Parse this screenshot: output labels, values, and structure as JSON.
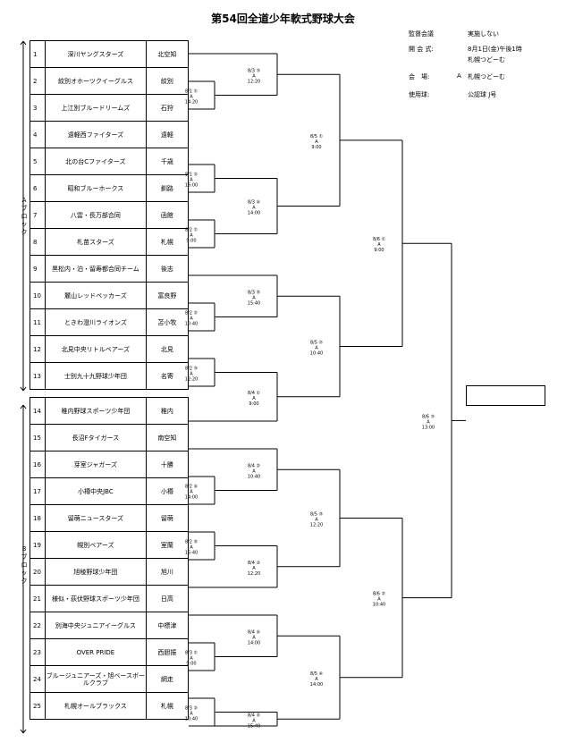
{
  "title": "第54回全道少年軟式野球大会",
  "info": {
    "meeting_label": "監督会議",
    "meeting_value": "実施しない",
    "opening_label": "開 会 式:",
    "opening_value": "8月1日(金)午後1時",
    "opening_place": "札幌つどーむ",
    "venue_label": "会　場:",
    "venue_code": "A",
    "venue_value": "札幌つどーむ",
    "ball_label": "使用球:",
    "ball_value": "公認球 J号"
  },
  "blocks": [
    {
      "label": "A\nブロック"
    },
    {
      "label": "B\nブロック"
    }
  ],
  "teams": [
    {
      "num": "1",
      "name": "深川ヤングスターズ",
      "city": "北空知"
    },
    {
      "num": "2",
      "name": "紋別オホーツクイーグルス",
      "city": "紋別"
    },
    {
      "num": "3",
      "name": "上江別ブルードリームズ",
      "city": "石狩"
    },
    {
      "num": "4",
      "name": "遠軽西ファイターズ",
      "city": "遠軽"
    },
    {
      "num": "5",
      "name": "北の台Cファイターズ",
      "city": "千歳"
    },
    {
      "num": "6",
      "name": "昭和ブルーホークス",
      "city": "釧路"
    },
    {
      "num": "7",
      "name": "八雲・長万部合同",
      "city": "函館"
    },
    {
      "num": "8",
      "name": "札苗スターズ",
      "city": "札幌"
    },
    {
      "num": "9",
      "name": "黒松内・泊・留寿都合同チーム",
      "city": "後志"
    },
    {
      "num": "10",
      "name": "麓山レッドペッカーズ",
      "city": "富良野"
    },
    {
      "num": "11",
      "name": "ときわ澄川ライオンズ",
      "city": "苫小牧"
    },
    {
      "num": "12",
      "name": "北見中央リトルベアーズ",
      "city": "北見"
    },
    {
      "num": "13",
      "name": "士別九十九野球少年団",
      "city": "名寄"
    },
    {
      "num": "14",
      "name": "稚内野球スポーツ少年団",
      "city": "稚内"
    },
    {
      "num": "15",
      "name": "長沼Fタイガース",
      "city": "南空知"
    },
    {
      "num": "16",
      "name": "芽室ジャガーズ",
      "city": "十勝"
    },
    {
      "num": "17",
      "name": "小樽中央JBC",
      "city": "小樽"
    },
    {
      "num": "18",
      "name": "留萌ニュースターズ",
      "city": "留萌"
    },
    {
      "num": "19",
      "name": "幌別ベアーズ",
      "city": "室蘭"
    },
    {
      "num": "20",
      "name": "旭稜野球少年団",
      "city": "旭川"
    },
    {
      "num": "21",
      "name": "様似・荻伏野球スポーツ少年団",
      "city": "日高"
    },
    {
      "num": "22",
      "name": "別海中央ジュニアイーグルス",
      "city": "中標津"
    },
    {
      "num": "23",
      "name": "OVER PRIDE",
      "city": "西胆振"
    },
    {
      "num": "24",
      "name": "ブルージュニアーズ・旭ベースボールクラブ",
      "city": "網走"
    },
    {
      "num": "25",
      "name": "札幌オールブラックス",
      "city": "札幌"
    }
  ],
  "matches": [
    {
      "date": "8/1 ①",
      "venue": "A",
      "time": "14:20"
    },
    {
      "date": "8/1 ②",
      "venue": "A",
      "time": "16:00"
    },
    {
      "date": "8/2 ①",
      "venue": "A",
      "time": "9:00"
    },
    {
      "date": "8/2 ②",
      "venue": "A",
      "time": "10:40"
    },
    {
      "date": "8/2 ③",
      "venue": "A",
      "time": "12:20"
    },
    {
      "date": "8/2 ④",
      "venue": "A",
      "time": "14:00"
    },
    {
      "date": "8/2 ⑤",
      "venue": "A",
      "time": "15:40"
    },
    {
      "date": "8/3 ①",
      "venue": "A",
      "time": "9:00"
    },
    {
      "date": "8/3 ②",
      "venue": "A",
      "time": "10:40"
    },
    {
      "date": "8/3 ③",
      "venue": "A",
      "time": "12:20"
    },
    {
      "date": "8/3 ④",
      "venue": "A",
      "time": "14:00"
    },
    {
      "date": "8/3 ⑤",
      "venue": "A",
      "time": "15:40"
    },
    {
      "date": "8/4 ①",
      "venue": "A",
      "time": "9:00"
    },
    {
      "date": "8/4 ②",
      "venue": "A",
      "time": "10:40"
    },
    {
      "date": "8/4 ③",
      "venue": "A",
      "time": "12:20"
    },
    {
      "date": "8/4 ④",
      "venue": "A",
      "time": "14:00"
    },
    {
      "date": "8/4 ⑤",
      "venue": "A",
      "time": "15:40"
    },
    {
      "date": "8/5 ①",
      "venue": "A",
      "time": "9:00"
    },
    {
      "date": "8/5 ②",
      "venue": "A",
      "time": "10:40"
    },
    {
      "date": "8/5 ③",
      "venue": "A",
      "time": "12:20"
    },
    {
      "date": "8/5 ④",
      "venue": "A",
      "time": "14:00"
    },
    {
      "date": "8/6 ①",
      "venue": "A",
      "time": "9:00"
    },
    {
      "date": "8/6 ②",
      "venue": "A",
      "time": "10:40"
    },
    {
      "date": "8/6 ③",
      "venue": "A",
      "time": "13:00"
    }
  ]
}
